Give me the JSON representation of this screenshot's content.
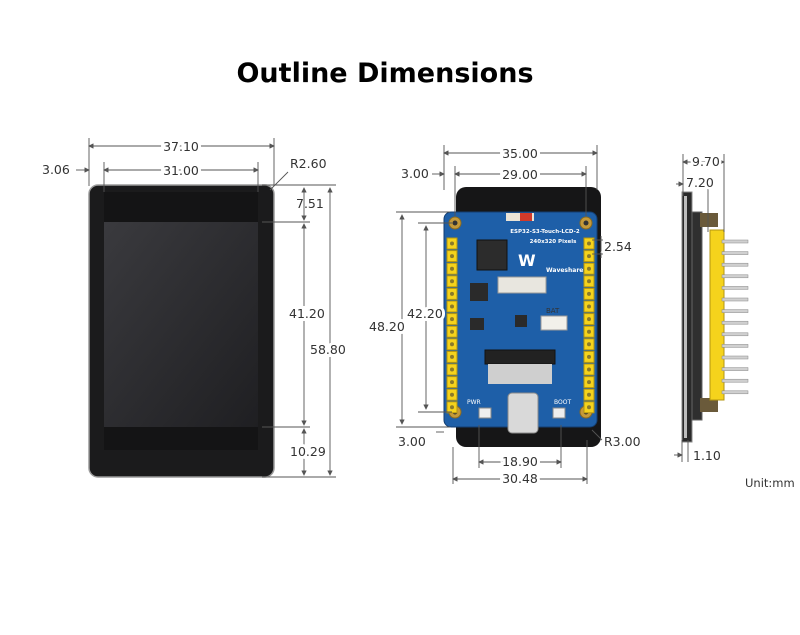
{
  "title": "Outline Dimensions",
  "unit": "Unit:mm",
  "front": {
    "total_width": "37.10",
    "screen_width": "31.00",
    "left_margin": "3.06",
    "corner_radius": "R2.60",
    "top_bezel": "7.51",
    "screen_height": "41.20",
    "total_height": "58.80",
    "bottom_bezel": "10.29"
  },
  "back": {
    "total_width": "35.00",
    "hole_spacing_x": "29.00",
    "hole_offset_top": "3.00",
    "pin_pitch": "2.54",
    "hole_spacing_y": "42.20",
    "height": "48.20",
    "hole_offset_bottom": "3.00",
    "corner_radius": "R3.00",
    "usb_span": "18.90",
    "bottom_width": "30.48",
    "board_name": "ESP32-S3-Touch-LCD-2",
    "board_res": "240x320 Pixels",
    "brand": "Waveshare",
    "bat_label": "BAT",
    "boot_label": "BOOT",
    "pwr_label": "PWR"
  },
  "side": {
    "total_depth": "9.70",
    "board_depth": "7.20",
    "lcd_thickness": "1.10"
  },
  "colors": {
    "pcb": "#1e5fa8",
    "pin_header": "#f5d31c",
    "lcd_frame": "#1a1a1a",
    "screen": "#2b2b2e",
    "dim_line": "#555555"
  }
}
